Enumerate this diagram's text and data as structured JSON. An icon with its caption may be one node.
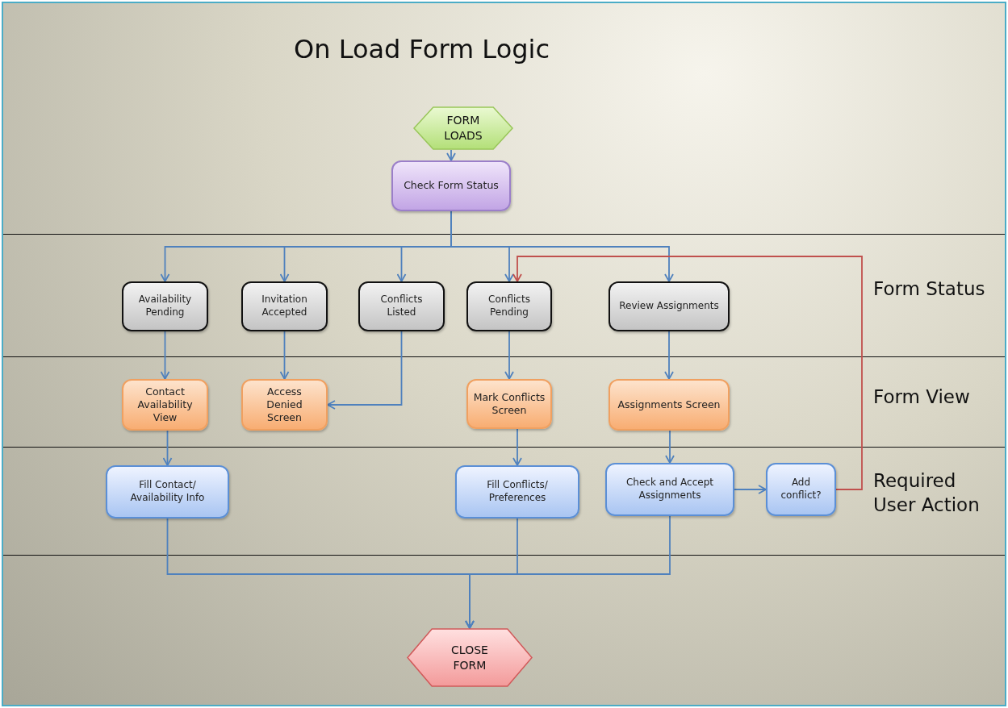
{
  "diagram": {
    "title": "On Load Form Logic",
    "nodes": [
      {
        "text": [
          "FORM LOADS"
        ]
      },
      {
        "text": [
          "Check Form Status"
        ]
      },
      {
        "text": [
          "Availability Pending"
        ]
      },
      {
        "text": [
          "Invitation Accepted"
        ]
      },
      {
        "text": [
          "Conflicts Listed"
        ]
      },
      {
        "text": [
          "Conflicts Pending"
        ]
      },
      {
        "text": [
          "Review Assignments"
        ]
      },
      {
        "text": [
          "Contact Availability View"
        ]
      },
      {
        "text": [
          "Access Denied Screen"
        ]
      },
      {
        "text": [
          "Mark Conflicts Screen"
        ]
      },
      {
        "text": [
          "Assignments Screen"
        ]
      },
      {
        "text": [
          "Fill Contact/ Availability Info"
        ]
      },
      {
        "text": [
          "Fill  Conflicts/ Preferences"
        ]
      },
      {
        "text": [
          "Check and Accept Assignments"
        ]
      },
      {
        "text": [
          "Add conflict?"
        ]
      },
      {
        "text": [
          "CLOSE FORM"
        ]
      }
    ],
    "edges": [
      {
        "from": 0,
        "to": 1,
        "arrow": "to"
      },
      {
        "from": 1,
        "to": 2,
        "arrow": "to"
      },
      {
        "from": 1,
        "to": 3,
        "arrow": "to"
      },
      {
        "from": 1,
        "to": 4,
        "arrow": "to"
      },
      {
        "from": 1,
        "to": 5,
        "arrow": "to"
      },
      {
        "from": 1,
        "to": 6,
        "arrow": "to"
      },
      {
        "from": 2,
        "to": 7,
        "arrow": "to"
      },
      {
        "from": 3,
        "to": 8,
        "arrow": "to"
      },
      {
        "from": 4,
        "to": 8,
        "arrow": "to"
      },
      {
        "from": 5,
        "to": 9,
        "arrow": "to"
      },
      {
        "from": 6,
        "to": 10,
        "arrow": "to"
      },
      {
        "from": 7,
        "to": 11,
        "arrow": "to"
      },
      {
        "from": 9,
        "to": 12,
        "arrow": "to"
      },
      {
        "from": 10,
        "to": 13,
        "arrow": "to"
      },
      {
        "from": 13,
        "to": 14,
        "arrow": "to"
      },
      {
        "from": 14,
        "to": 5,
        "arrow": "to",
        "color": "#c0504d"
      },
      {
        "from": 11,
        "to": 15,
        "arrow": "to"
      },
      {
        "from": 12,
        "to": 15,
        "arrow": "to"
      },
      {
        "from": 13,
        "to": 15,
        "arrow": "to"
      }
    ],
    "labels": [
      "Form Status",
      "Form View",
      "Required User Action"
    ]
  }
}
